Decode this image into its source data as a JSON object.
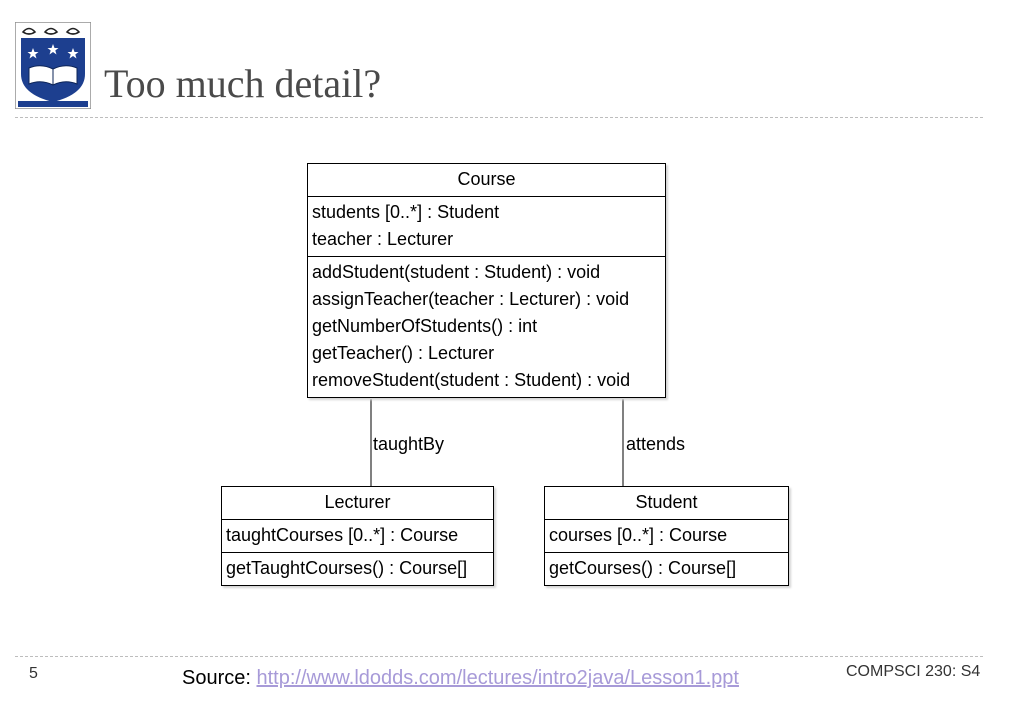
{
  "slide": {
    "title": "Too much detail?",
    "page_number": "5",
    "source_label": "Source:",
    "source_url": "http://www.ldodds.com/lectures/intro2java/Lesson1.ppt",
    "course_code": "COMPSCI 230: S4",
    "logo": {
      "icon": "university-crest-icon",
      "colors": {
        "shield": "#1d3f8f",
        "frame": "#8f8f8f",
        "book": "#ffffff"
      }
    }
  },
  "diagram": {
    "classes": {
      "course": {
        "name": "Course",
        "attributes": [
          "students [0..*] : Student",
          "teacher : Lecturer"
        ],
        "operations": [
          "addStudent(student : Student) : void",
          "assignTeacher(teacher : Lecturer) : void",
          "getNumberOfStudents() : int",
          "getTeacher() : Lecturer",
          "removeStudent(student : Student) : void"
        ]
      },
      "lecturer": {
        "name": "Lecturer",
        "attributes": [
          "taughtCourses [0..*] : Course"
        ],
        "operations": [
          "getTaughtCourses() : Course[]"
        ]
      },
      "student": {
        "name": "Student",
        "attributes": [
          "courses [0..*] : Course"
        ],
        "operations": [
          "getCourses() : Course[]"
        ]
      }
    },
    "associations": {
      "taught_by": {
        "label": "taughtBy",
        "from": "Course",
        "to": "Lecturer"
      },
      "attends": {
        "label": "attends",
        "from": "Course",
        "to": "Student"
      }
    }
  }
}
